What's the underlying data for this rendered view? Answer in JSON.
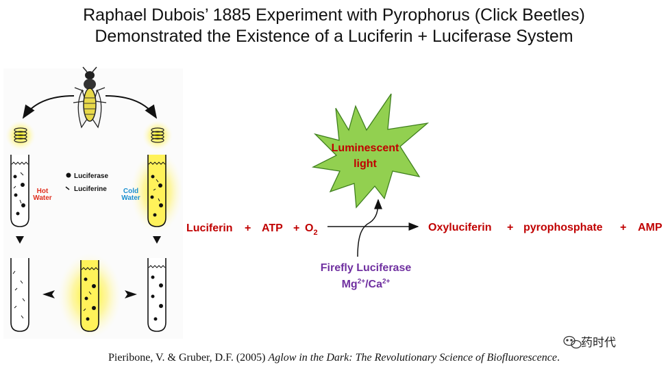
{
  "title": {
    "line1": "Raphael Dubois’ 1885 Experiment with Pyrophorus (Click Beetles)",
    "line2": "Demonstrated the Existence of a Luciferin + Luciferase System"
  },
  "legend": {
    "luciferase": "Luciferase",
    "luciferine": "Luciferine"
  },
  "labels": {
    "hot": [
      "Hot",
      "Water"
    ],
    "cold": [
      "Cold",
      "Water"
    ]
  },
  "burst": {
    "line1": "Luminescent",
    "line2": "light"
  },
  "reaction": {
    "reactant1": "Luciferin",
    "plus": "+",
    "reactant2": "ATP",
    "reactant3_base": "O",
    "reactant3_sub": "2",
    "product1": "Oxyluciferin",
    "product2": "pyrophosphate",
    "product3": "AMP",
    "enzyme": "Firefly Luciferase",
    "cofactor_mg": "Mg",
    "cofactor_mg_sup": "2+",
    "cofactor_slash": "/Ca",
    "cofactor_ca_sup": "2+"
  },
  "citation": {
    "authors": "Pieribone, V. & Gruber, D.F. (2005) ",
    "book": "Aglow in the Dark: The Revolutionary Science of Biofluorescence",
    "end": "."
  },
  "watermark": "药时代",
  "colors": {
    "red": "#c00000",
    "purple": "#7030a0",
    "burst_fill": "#92d050",
    "glow": "#fff200"
  }
}
